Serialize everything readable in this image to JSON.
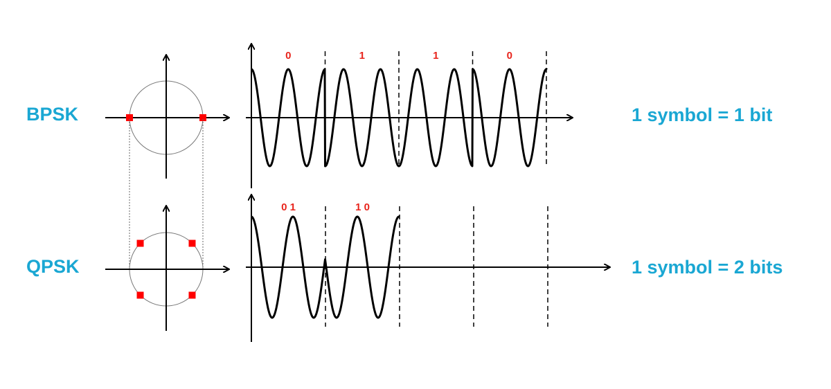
{
  "bpsk": {
    "label": "BPSK",
    "description": "1 symbol = 1 bit",
    "symbols": [
      "0",
      "1",
      "1",
      "0"
    ],
    "constellation_angles_deg": [
      0,
      180
    ]
  },
  "qpsk": {
    "label": "QPSK",
    "description": "1 symbol = 2 bits",
    "symbols": [
      "0 1",
      "1 0"
    ],
    "constellation_angles_deg": [
      45,
      135,
      225,
      315
    ]
  },
  "colors": {
    "label": "#1aa7d3",
    "bits": "#e8241c",
    "point": "#ff0000",
    "wave": "#000000",
    "circle": "#777777"
  }
}
